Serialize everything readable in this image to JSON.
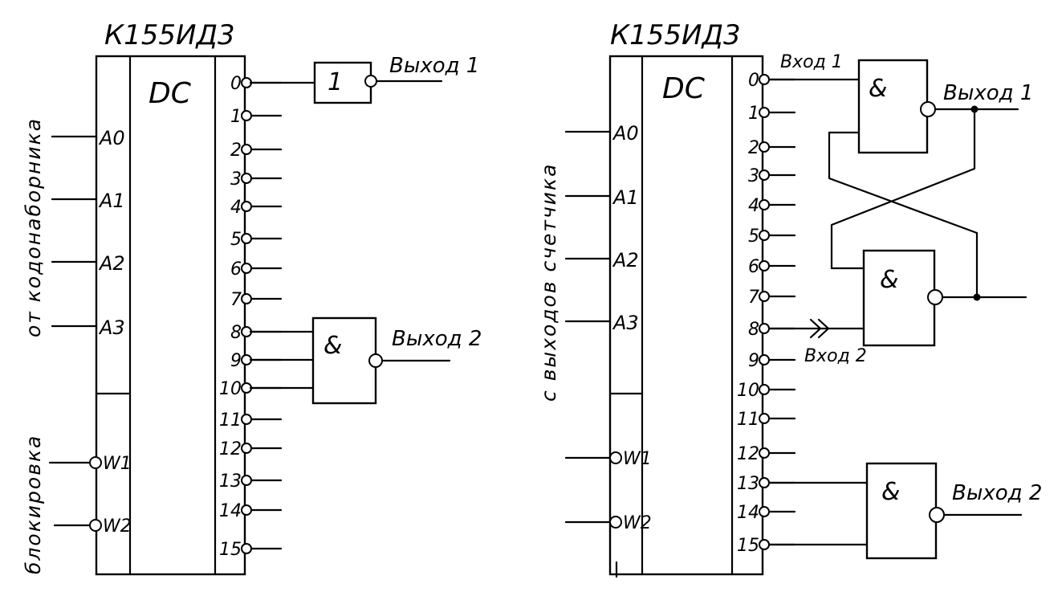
{
  "left": {
    "chip_title": "К155ИД3",
    "dc_label": "DC",
    "addr_inputs": [
      "A0",
      "A1",
      "A2",
      "A3"
    ],
    "strobe_inputs": [
      "W1",
      "W2"
    ],
    "outputs": [
      "0",
      "1",
      "2",
      "3",
      "4",
      "5",
      "6",
      "7",
      "8",
      "9",
      "10",
      "11",
      "12",
      "13",
      "14",
      "15"
    ],
    "side_label_top": "от кодонаборника",
    "side_label_bottom": "блокировка",
    "gate1_symbol": "1",
    "gate2_symbol": "&",
    "out1_label": "Выход 1",
    "out2_label": "Выход 2"
  },
  "right": {
    "chip_title": "К155ИД3",
    "dc_label": "DC",
    "addr_inputs": [
      "A0",
      "A1",
      "A2",
      "A3"
    ],
    "strobe_inputs": [
      "W1",
      "W2"
    ],
    "outputs": [
      "0",
      "1",
      "2",
      "3",
      "4",
      "5",
      "6",
      "7",
      "8",
      "9",
      "10",
      "11",
      "12",
      "13",
      "14",
      "15"
    ],
    "side_label": "с выходов счетчика",
    "in1_label": "Вход 1",
    "in2_label": "Вход 2",
    "gate_symbol": "&",
    "out1_label": "Выход 1",
    "out2_label": "Выход 2"
  }
}
